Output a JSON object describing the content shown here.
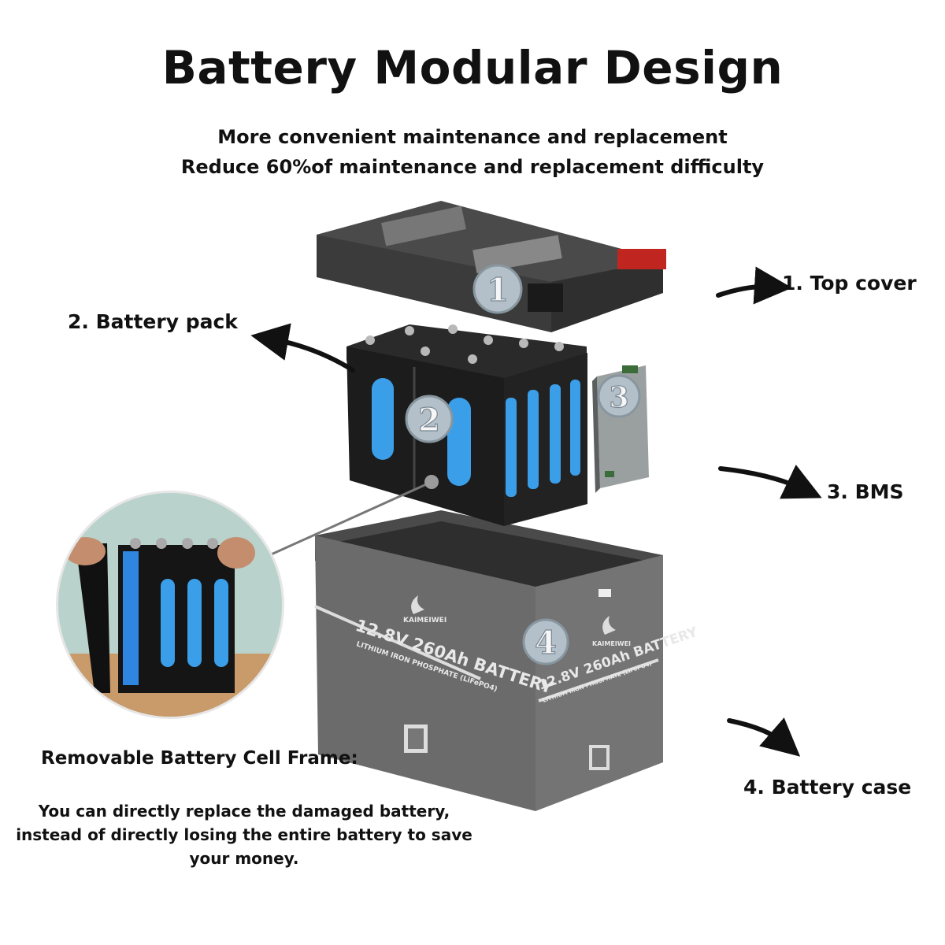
{
  "title": "Battery Modular Design",
  "subtitle_lines": [
    "More convenient maintenance and replacement",
    "Reduce 60%of maintenance and replacement difficulty"
  ],
  "labels": {
    "top_cover": "1. Top cover",
    "battery_pack": "2. Battery pack",
    "bms": "3. BMS",
    "battery_case": "4. Battery case"
  },
  "badges": [
    "1",
    "2",
    "3",
    "4"
  ],
  "case_print": {
    "brand": "KAIMEIWEI",
    "model": "12.8V 260Ah BATTERY",
    "chemistry": "LITHIUM IRON PHOSPHATE (LiFePO4)"
  },
  "frame_note": {
    "heading": "Removable Battery Cell Frame:",
    "body": "You can directly replace the damaged battery, instead of directly losing the entire battery to save your money."
  },
  "colors": {
    "text": "#111111",
    "case_gray": "#6b6b6b",
    "pack_black": "#1c1c1c",
    "cell_blue": "#3a9ee8",
    "terminal_red": "#c0261f",
    "bms_board": "#9aa0a0"
  },
  "icons": [
    "arrow-icon",
    "number-badge-icon",
    "battery-icon"
  ]
}
